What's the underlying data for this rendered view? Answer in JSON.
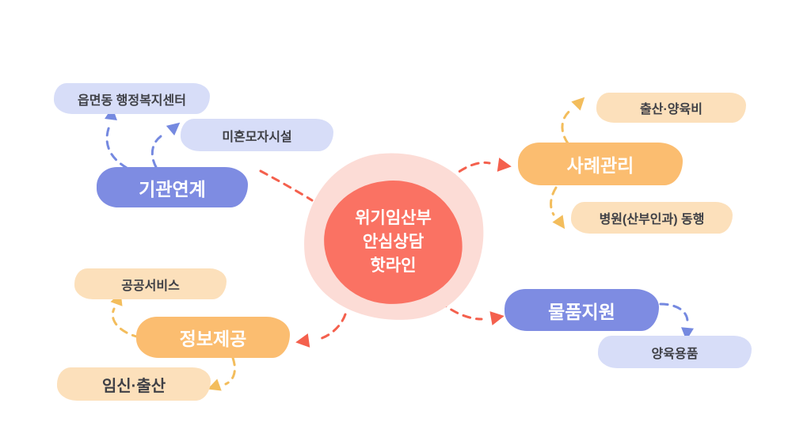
{
  "center": {
    "lines": [
      "위기임산부",
      "안심상담",
      "핫라인"
    ]
  },
  "branches": [
    {
      "id": "institution-link",
      "label": "기관연계",
      "children": [
        "읍면동 행정복지센터",
        "미혼모자시설"
      ]
    },
    {
      "id": "case-management",
      "label": "사례관리",
      "children": [
        "출산·양육비",
        "병원(산부인과) 동행"
      ]
    },
    {
      "id": "information",
      "label": "정보제공",
      "children": [
        "공공서비스",
        "임신·출산"
      ]
    },
    {
      "id": "goods-support",
      "label": "물품지원",
      "children": [
        "양육용품"
      ]
    }
  ],
  "colors": {
    "category-blue": "#7e8ce2",
    "leaf-blue": "#d7ddf8",
    "category-orange": "#fbbd70",
    "leaf-orange": "#fce0bb",
    "center-red": "#fa7263",
    "center-halo": "#fcdcd6",
    "arrow-red": "#f4604d",
    "arrow-blue": "#7589e0",
    "arrow-orange": "#f3bd5c",
    "text-dark": "#3f4046",
    "background": "#ffffff"
  }
}
